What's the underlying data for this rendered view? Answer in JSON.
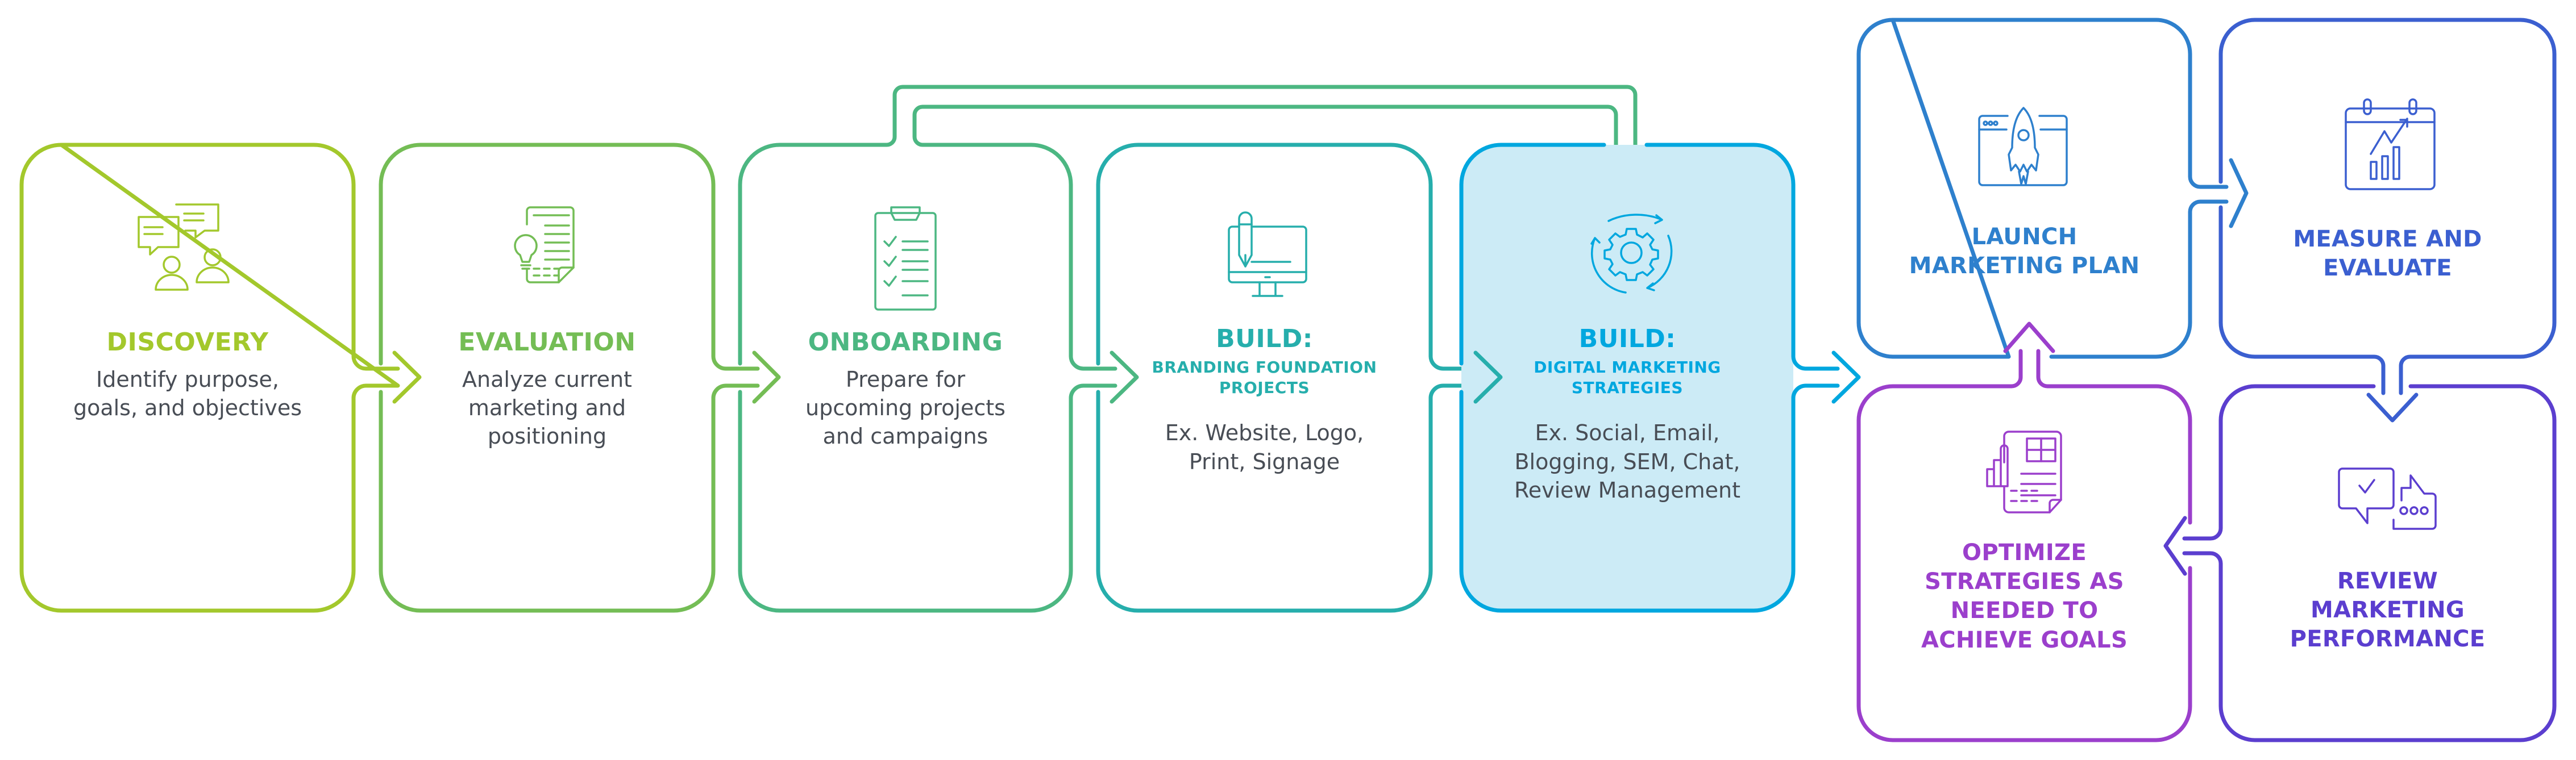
{
  "diagram": {
    "title": "Marketing process flow",
    "steps": [
      {
        "id": "discovery",
        "title": "DISCOVERY",
        "subtitle": "",
        "body": [
          "Identify purpose,",
          "goals, and objectives"
        ],
        "icon": "discussion-people-icon",
        "color": "#a3c82c"
      },
      {
        "id": "evaluation",
        "title": "EVALUATION",
        "subtitle": "",
        "body": [
          "Analyze current",
          "marketing and",
          "positioning"
        ],
        "icon": "document-lightbulb-icon",
        "color": "#74bd55"
      },
      {
        "id": "onboarding",
        "title": "ONBOARDING",
        "subtitle": "",
        "body": [
          "Prepare for",
          "upcoming projects",
          "and campaigns"
        ],
        "icon": "clipboard-checklist-icon",
        "color": "#4cb782"
      },
      {
        "id": "build-branding",
        "title": "BUILD:",
        "subtitle": [
          "BRANDING FOUNDATION",
          "PROJECTS"
        ],
        "body": [
          "Ex. Website, Logo,",
          "Print, Signage"
        ],
        "icon": "monitor-pencil-icon",
        "color": "#26aeac"
      },
      {
        "id": "build-digital",
        "title": "BUILD:",
        "subtitle": [
          "DIGITAL MARKETING",
          "STRATEGIES"
        ],
        "body": [
          "Ex. Social, Email,",
          "Blogging, SEM, Chat,",
          "Review Management"
        ],
        "icon": "gear-cycle-icon",
        "color": "#00a7df",
        "fill": "#ccebf6",
        "highlighted": true
      }
    ],
    "cycle": [
      {
        "id": "launch",
        "title": [
          "LAUNCH",
          "MARKETING PLAN"
        ],
        "icon": "rocket-browser-icon",
        "color": "#2e80cd"
      },
      {
        "id": "measure",
        "title": [
          "MEASURE AND",
          "EVALUATE"
        ],
        "icon": "calendar-chart-icon",
        "color": "#3b5fd0"
      },
      {
        "id": "review",
        "title": [
          "REVIEW",
          "MARKETING",
          "PERFORMANCE"
        ],
        "icon": "chat-review-icon",
        "color": "#5b3ecf"
      },
      {
        "id": "optimize",
        "title": [
          "OPTIMIZE",
          "STRATEGIES AS",
          "NEEDED TO",
          "ACHIEVE GOALS"
        ],
        "icon": "report-chart-icon",
        "color": "#9b3fcc"
      }
    ],
    "body_text_color": "#484d55"
  }
}
